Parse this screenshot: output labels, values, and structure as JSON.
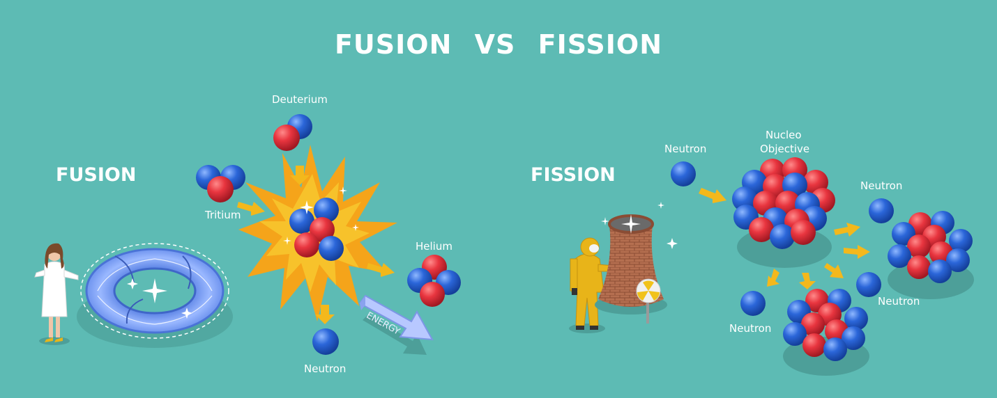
{
  "title": "FUSION  VS  FISSION",
  "fusion": {
    "heading": "FUSION",
    "deuterium": "Deuterium",
    "tritium": "Tritium",
    "helium": "Helium",
    "neutron": "Neutron",
    "energy": "ENERGY"
  },
  "fission": {
    "heading": "FISSION",
    "neutron_in": "Neutron",
    "nucleo_line1": "Nucleo",
    "nucleo_line2": "Objective",
    "neutron_right_top": "Neutron",
    "neutron_right_bottom": "Neutron",
    "neutron_left_bottom": "Neutron"
  },
  "colors": {
    "background": "#5dbbb4",
    "proton": "#e8353f",
    "neutron": "#2b66d9",
    "arrow": "#f3b81c",
    "explosion": "#f5a41a",
    "torus": "#7a9ef0",
    "tower": "#b26d4e",
    "suit": "#e8b419"
  }
}
